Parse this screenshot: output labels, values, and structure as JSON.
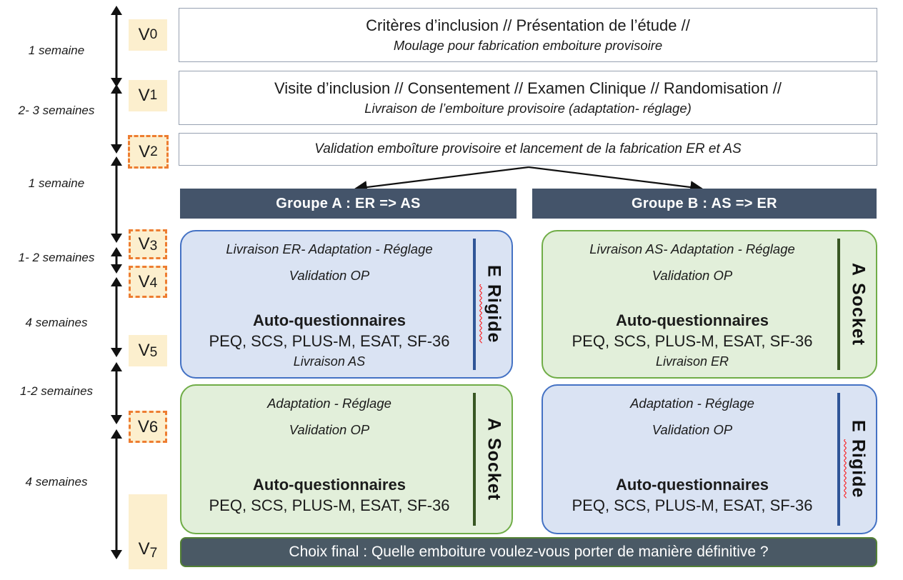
{
  "timeline": {
    "intervals": [
      {
        "label": "1 semaine"
      },
      {
        "label": "2- 3 semaines"
      },
      {
        "label": "1 semaine"
      },
      {
        "label": "1- 2 semaines"
      },
      {
        "label": "4 semaines"
      },
      {
        "label": "1-2 semaines"
      },
      {
        "label": "4 semaines"
      }
    ],
    "visits": [
      {
        "prefix": "V",
        "num": "0",
        "dashed": false
      },
      {
        "prefix": "V",
        "num": "1",
        "dashed": false
      },
      {
        "prefix": "V",
        "num": "2",
        "dashed": true
      },
      {
        "prefix": "V",
        "num": "3",
        "dashed": true
      },
      {
        "prefix": "V",
        "num": "4",
        "dashed": true
      },
      {
        "prefix": "V",
        "num": "5",
        "dashed": false
      },
      {
        "prefix": "V",
        "num": "6",
        "dashed": true
      },
      {
        "prefix": "V",
        "num": "7",
        "dashed": false
      }
    ]
  },
  "top_boxes": [
    {
      "line1": "Critères d’inclusion // Présentation de l’étude //",
      "line2": "Moulage pour fabrication emboiture provisoire"
    },
    {
      "line1": "Visite d’inclusion // Consentement // Examen Clinique // Randomisation //",
      "line2": "Livraison de l’emboiture provisoire (adaptation- réglage)"
    },
    {
      "line1": "Validation emboîture provisoire et lancement de la fabrication ER et AS"
    }
  ],
  "groups": [
    {
      "header": "Groupe A : ER => AS",
      "phase1": {
        "style": "blue",
        "line1": "Livraison ER- Adaptation - Réglage",
        "line2": "Validation OP",
        "title": "Auto-questionnaires",
        "questionnaires": "PEQ, SCS, PLUS-M, ESAT, SF-36",
        "delivery": "Livraison AS",
        "side_first": "E",
        "side_rest": "Rigide"
      },
      "phase2": {
        "style": "green",
        "line1": "Adaptation - Réglage",
        "line2": "Validation OP",
        "title": "Auto-questionnaires",
        "questionnaires": "PEQ, SCS, PLUS-M, ESAT, SF-36",
        "side_first": "A",
        "side_rest": "Socket"
      }
    },
    {
      "header": "Groupe B : AS => ER",
      "phase1": {
        "style": "green",
        "line1": "Livraison AS- Adaptation - Réglage",
        "line2": "Validation OP",
        "title": "Auto-questionnaires",
        "questionnaires": "PEQ, SCS, PLUS-M, ESAT, SF-36",
        "delivery": "Livraison ER",
        "side_first": "A",
        "side_rest": "Socket"
      },
      "phase2": {
        "style": "blue",
        "line1": "Adaptation - Réglage",
        "line2": "Validation OP",
        "title": "Auto-questionnaires",
        "questionnaires": "PEQ, SCS, PLUS-M, ESAT, SF-36",
        "side_first": "E",
        "side_rest": "Rigide"
      }
    }
  ],
  "final_box": {
    "text": "Choix final : Quelle emboiture voulez-vous porter de manière définitive ?"
  },
  "colors": {
    "visit_fill": "#FCEFCE",
    "visit_dashed_border": "#ED7D31",
    "group_header_fill": "#44546A",
    "blue_fill": "#DAE3F3",
    "blue_border": "#4472C4",
    "blue_divider": "#2F5597",
    "green_fill": "#E2EFDA",
    "green_border": "#70AD47",
    "green_divider": "#385723",
    "final_fill": "#4A5965",
    "final_border": "#538135",
    "spellcheck_underline": "#FF0000",
    "arrow_color": "#111111"
  }
}
